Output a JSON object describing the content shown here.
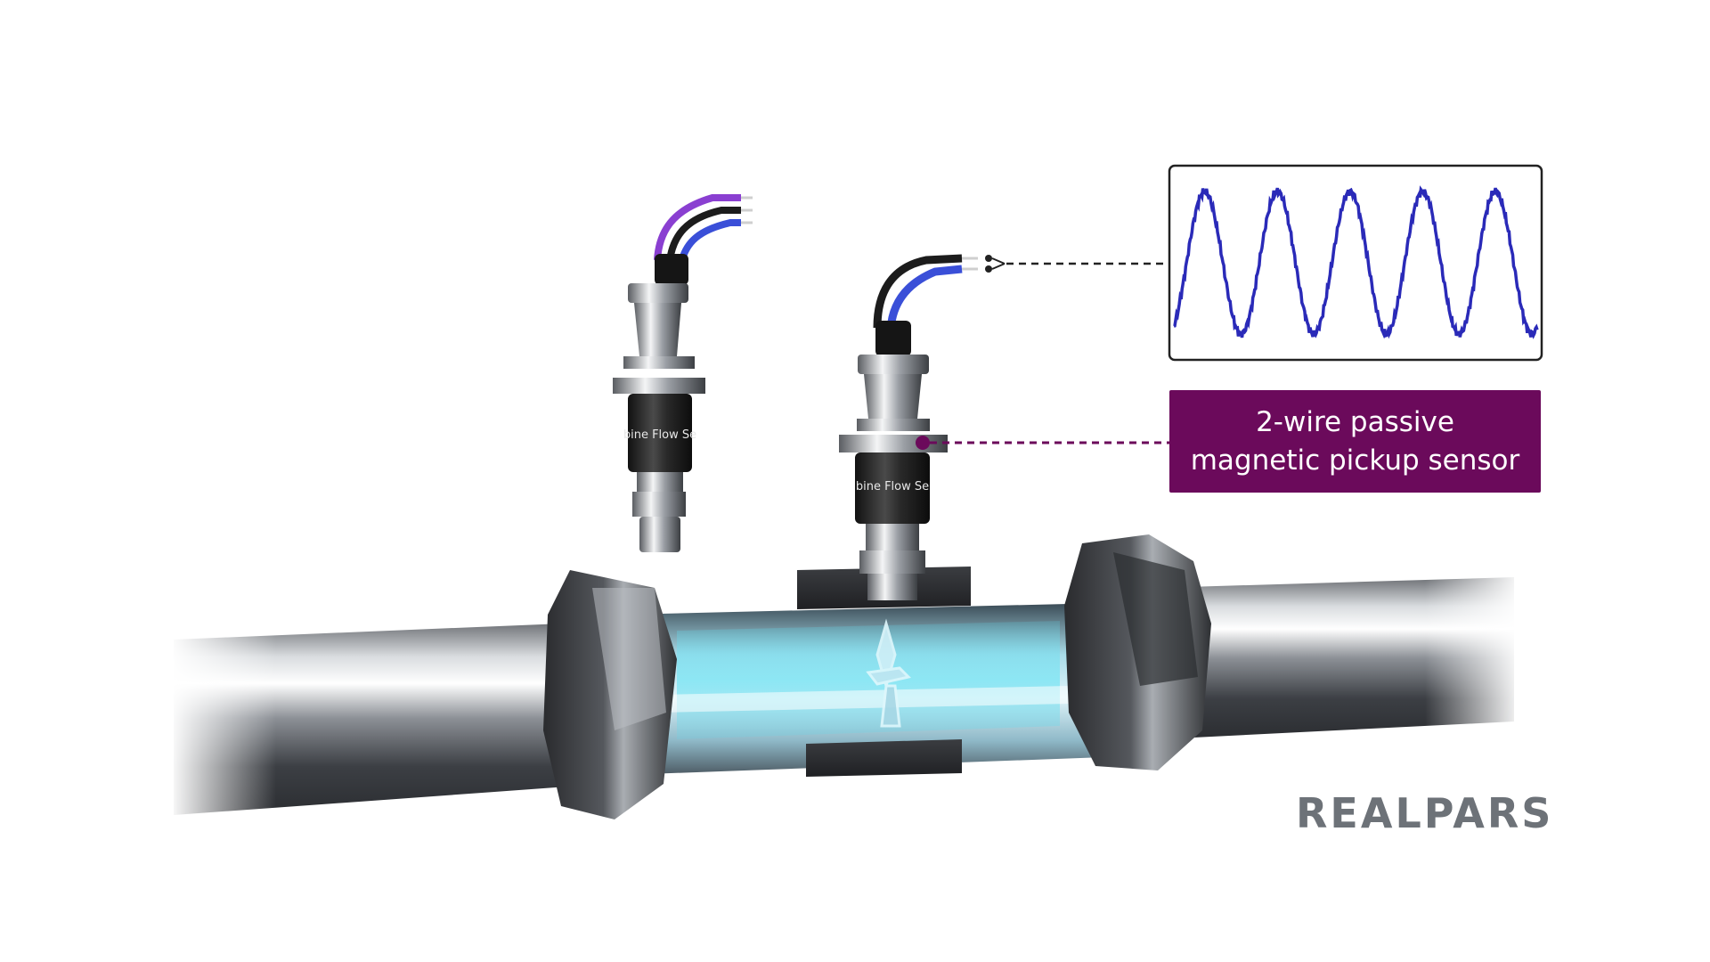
{
  "callout": {
    "line1": "2-wire passive",
    "line2": "magnetic pickup sensor",
    "color": "#6b0a5b"
  },
  "sensor_body_text": "bine Flow Se",
  "brand": {
    "name": "REALPARS",
    "color": "#6d7278"
  },
  "signal_waveform": {
    "cycles": 5,
    "color": "#2a2ab8"
  },
  "wires": {
    "sensor_left": [
      "purple",
      "black",
      "blue"
    ],
    "sensor_right": [
      "black",
      "blue"
    ]
  }
}
